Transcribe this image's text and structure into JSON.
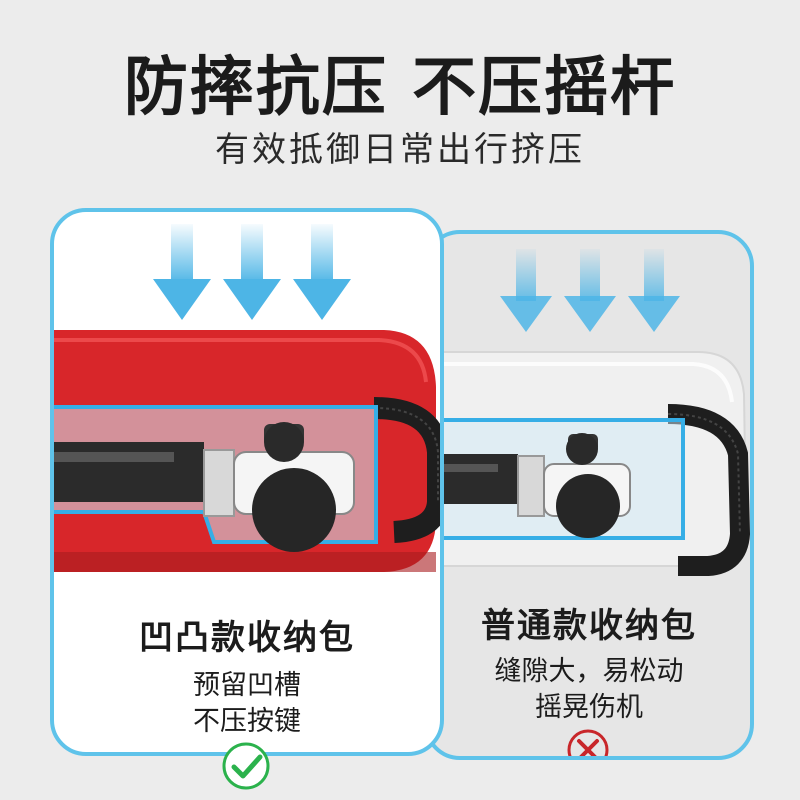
{
  "headline": "防摔抗压 不压摇杆",
  "subheadline": "有效抵御日常出行挤压",
  "cards": [
    {
      "title": "凹凸款收纳包",
      "desc_lines": [
        "预留凹槽",
        "不压按键"
      ],
      "verdict_icon": "check-icon",
      "case_color": "#d8262a"
    },
    {
      "title": "普通款收纳包",
      "desc_lines": [
        "缝隙大，易松动",
        "摇晃伤机"
      ],
      "verdict_icon": "cross-icon",
      "case_color": "#e9e9e9"
    }
  ],
  "colors": {
    "frame": "#5fc3ea",
    "arrow": "#4db5e6",
    "check": "#2bb24c",
    "cross": "#c8262a"
  }
}
